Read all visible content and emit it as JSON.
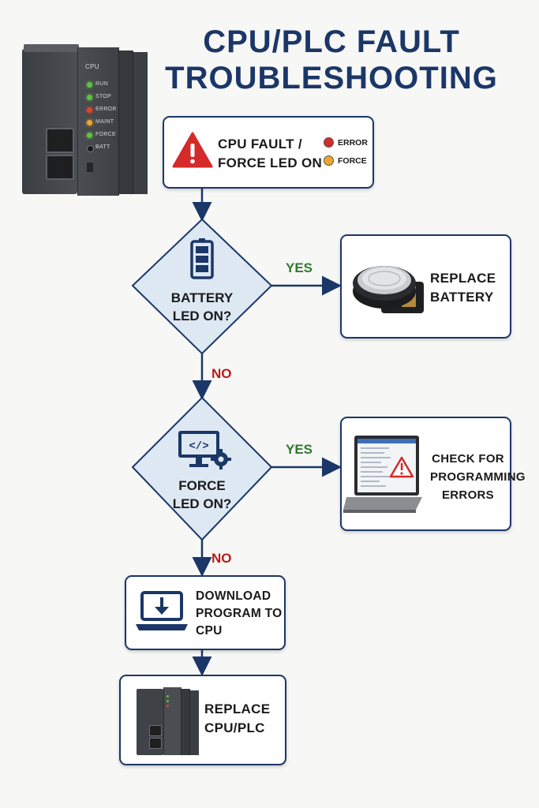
{
  "title": {
    "line1": "CPU/PLC FAULT",
    "line2": "TROUBLESHOOTING"
  },
  "plc": {
    "label": "CPU",
    "leds": [
      {
        "name": "RUN",
        "color": "#5ec43a"
      },
      {
        "name": "STOP",
        "color": "#5ec43a"
      },
      {
        "name": "ERROR",
        "color": "#e0452a"
      },
      {
        "name": "MAINT",
        "color": "#f0a52a"
      },
      {
        "name": "FORCE",
        "color": "#5ec43a"
      },
      {
        "name": "BATT",
        "color": "#1a1a1a"
      }
    ]
  },
  "start": {
    "line1": "CPU FAULT /",
    "line2": "FORCE LED ON",
    "legend": [
      {
        "label": "ERROR",
        "color": "#d42a2a"
      },
      {
        "label": "FORCE",
        "color": "#f0a52a"
      }
    ]
  },
  "decision1": {
    "line1": "BATTERY",
    "line2": "LED ON?",
    "icon": "battery-icon"
  },
  "decision2": {
    "line1": "FORCE",
    "line2": "LED ON?",
    "icon": "monitor-code-gear-icon"
  },
  "yes1": "YES",
  "yes2": "YES",
  "no1": "NO",
  "no2": "NO",
  "replace_battery": {
    "line1": "REPLACE",
    "line2": "BATTERY",
    "icon": "coin-cell-battery-icon"
  },
  "check_errors": {
    "line1": "CHECK FOR",
    "line2": "PROGRAMMING",
    "line3": "ERRORS",
    "icon": "laptop-warning-icon"
  },
  "download": {
    "line1": "DOWNLOAD",
    "line2": "PROGRAM TO",
    "line3": "CPU",
    "icon": "laptop-download-icon"
  },
  "replace_cpu": {
    "line1": "REPLACE",
    "line2": "CPU/PLC",
    "icon": "plc-icon"
  },
  "colors": {
    "navy": "#1b3768",
    "yes": "#2d7a2d",
    "no": "#b51c1c",
    "diamond": "#dde8f3"
  }
}
